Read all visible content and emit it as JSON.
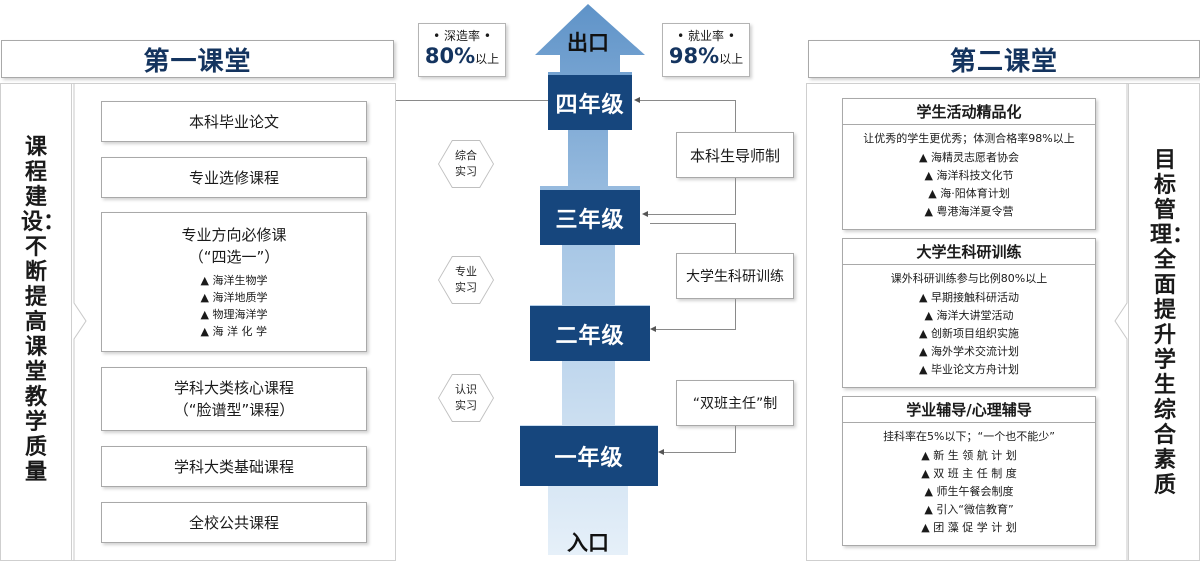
{
  "left_panel": {
    "title": "第一课堂",
    "vertical_label": "课程建设：不断提高课堂教学质量",
    "courses": [
      {
        "label": "本科毕业论文"
      },
      {
        "label": "专业选修课程"
      },
      {
        "label": "专业方向必修课",
        "label2": "（“四选一”）",
        "items": [
          "▲ 海洋生物学",
          "▲ 海洋地质学",
          "▲ 物理海洋学",
          "▲ 海 洋 化 学"
        ]
      },
      {
        "label": "学科大类核心课程",
        "label2": "（“脸谱型”课程）"
      },
      {
        "label": "学科大类基础课程"
      },
      {
        "label": "全校公共课程"
      }
    ]
  },
  "center": {
    "exit_label": "出口",
    "entry_label": "入口",
    "grades": [
      "四年级",
      "三年级",
      "二年级",
      "一年级"
    ],
    "practices": [
      {
        "line1": "综合",
        "line2": "实习"
      },
      {
        "line1": "专业",
        "line2": "实习"
      },
      {
        "line1": "认识",
        "line2": "实习"
      }
    ],
    "rates": [
      {
        "label": "深造率",
        "value": "80%",
        "suffix": "以上"
      },
      {
        "label": "就业率",
        "value": "98%",
        "suffix": "以上"
      }
    ],
    "mechanisms": [
      "本科生导师制",
      "大学生科研训练",
      "“双班主任”制"
    ]
  },
  "right_panel": {
    "title": "第二课堂",
    "vertical_label": "目标管理：全面提升学生综合素质",
    "groups": [
      {
        "title": "学生活动精品化",
        "desc": "让优秀的学生更优秀；体测合格率98%以上",
        "items": [
          "▲ 海精灵志愿者协会",
          "▲ 海洋科技文化节",
          "▲ 海·阳体育计划",
          "▲ 粤港海洋夏令营"
        ]
      },
      {
        "title": "大学生科研训练",
        "desc": "课外科研训练参与比例80%以上",
        "items": [
          "▲ 早期接触科研活动",
          "▲ 海洋大讲堂活动",
          "▲ 创新项目组织实施",
          "▲ 海外学术交流计划",
          "▲ 毕业论文方舟计划"
        ]
      },
      {
        "title": "学业辅导/心理辅导",
        "desc": "挂科率在5%以下；“一个也不能少”",
        "items": [
          "▲ 新 生 领 航 计 划",
          "▲ 双 班 主 任 制 度",
          "▲ 师生午餐会制度",
          "▲ 引入“微信教育”",
          "▲ 团 藻 促 学 计 划"
        ]
      }
    ]
  },
  "colors": {
    "navy": "#16467d",
    "arrow_light": "#bcd6ec",
    "arrow_mid": "#6f9fcf"
  }
}
